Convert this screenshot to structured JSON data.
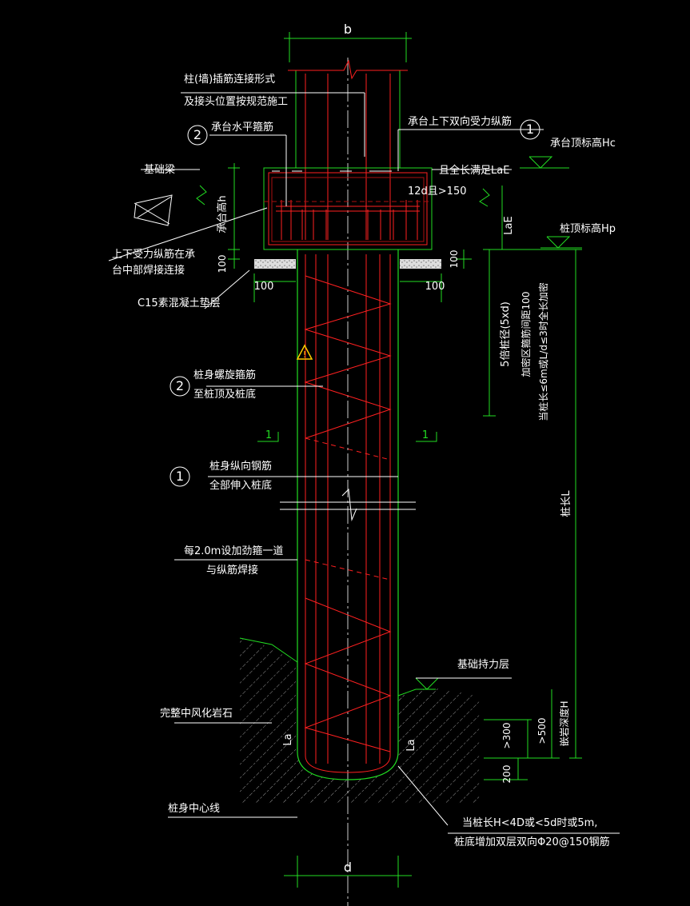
{
  "colors": {
    "background": "#000000",
    "pile_outline": "#22dd22",
    "reinforcement": "#ff2020",
    "cap_rebar_dark": "#aa1010",
    "dimension": "#22dd22",
    "annotation": "#ffffff",
    "warning": "#ffcc00",
    "center_line": "#cccccc",
    "hatch": "#9a9a9a"
  },
  "dimensions": {
    "b": "b",
    "d": "d",
    "cap_height": "承台高h",
    "pad_100_left": "100",
    "pad_100_right": "100",
    "pad_100_side_left": "100",
    "pad_100_side_right": "100",
    "lae": "LaE",
    "la_left": "La",
    "la_right": "La",
    "spiral_zone": "5倍桩径(5xd)",
    "spiral_zone_note": "加密区箍筋间距100",
    "spiral_zone_note2": "当桩长≤6m或L/d≤3时全长加密",
    "pile_length": "桩长L",
    "embed_depth": "嵌岩深度H",
    "ge300": ">300",
    "ge500": ">500",
    "dim_200": "200",
    "section_left": "1",
    "section_right": "1"
  },
  "annotations": {
    "column_rebar_1": "柱(墙)插筋连接形式",
    "column_rebar_2": "及接头位置按规范施工",
    "cap_stirrup": "承台水平箍筋",
    "cap_main_rebar": "承台上下双向受力纵筋",
    "foundation_beam": "基础梁",
    "cap_full_length": "且全长满足LaE",
    "cap_12d": "12d且>150",
    "weld_1": "上下受力纵筋在承",
    "weld_2": "台中部焊接连接",
    "c15_pad": "C15素混凝土垫层",
    "spiral_1": "桩身螺旋箍筋",
    "spiral_2": "至桩顶及桩底",
    "longit_1": "桩身纵向钢筋",
    "longit_2": "全部伸入桩底",
    "stiff_1": "每2.0m设加劲箍一道",
    "stiff_2": "与纵筋焊接",
    "bearing_layer": "基础持力层",
    "rock": "完整中风化岩石",
    "center_line": "桩身中心线",
    "bottom_note_1": "当桩长H<4D或<5d时或5m,",
    "bottom_note_2": "桩底增加双层双向Φ20@150钢筋",
    "cap_top_elev": "承台顶标高Hc",
    "pile_top_elev": "桩顶标高Hp",
    "warning_mark": "!"
  },
  "markers": {
    "m1_top": "1",
    "m2_top": "2",
    "m2_mid": "2",
    "m1_mid": "1"
  }
}
